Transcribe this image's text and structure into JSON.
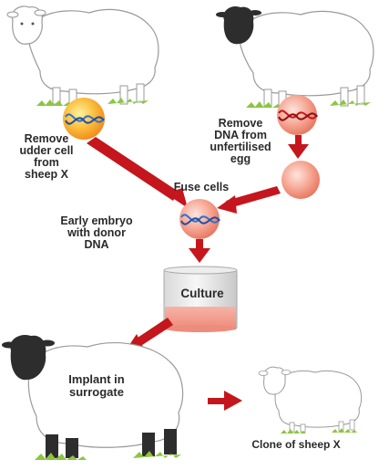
{
  "labels": {
    "remove_udder": [
      "Remove",
      "udder cell",
      "from",
      "sheep X"
    ],
    "remove_dna": [
      "Remove",
      "DNA from",
      "unfertilised",
      "egg"
    ],
    "fuse": "Fuse cells",
    "embryo": [
      "Early embryo",
      "with donor",
      "DNA"
    ],
    "culture": "Culture",
    "implant": [
      "Implant in",
      "surrogate"
    ],
    "clone": "Clone of sheep X"
  },
  "icons": {
    "sheep_x": "white-faced-sheep",
    "egg_donor": "black-faced-sheep",
    "surrogate": "black-faced-sheep",
    "clone": "white-faced-sheep"
  },
  "colors": {
    "arrow": "#c4161c",
    "cell_fill": "#f4a08f",
    "udder_cell_fill": "#f9b13a",
    "dna_blue": "#2f6fd0",
    "grass": "#8cc63f",
    "sheep_outline": "#9a9a9a"
  }
}
